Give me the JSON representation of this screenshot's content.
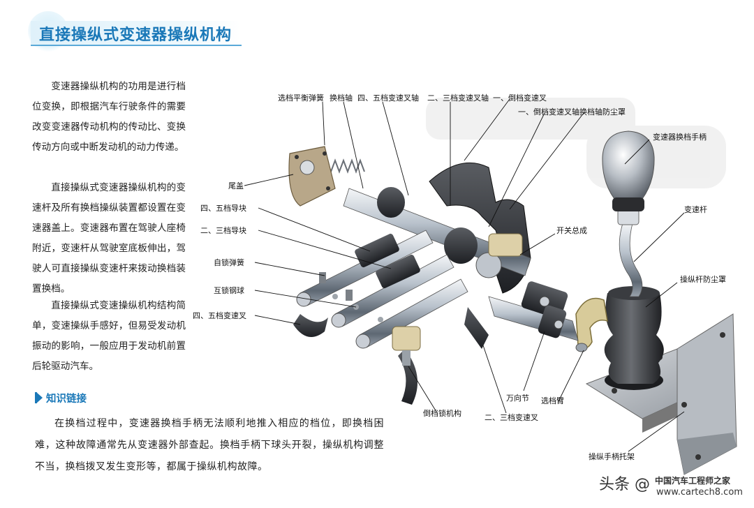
{
  "page": {
    "title": "直接操纵式变速器操纵机构"
  },
  "paragraphs": [
    "变速器操纵机构的功用是进行档位变换，即根据汽车行驶条件的需要改变变速器传动机构的传动比、变换传动方向或中断发动机的动力传递。",
    "直接操纵式变速器操纵机构的变速杆及所有换档操纵装置都设置在变速器盖上。变速器布置在驾驶人座椅附近，变速杆从驾驶室底板伸出，驾驶人可直接操纵变速杆来拨动换档装置换档。",
    "直接操纵式变速操纵机构结构简单，变速操纵手感好，但易受发动机振动的影响，一般应用于发动机前置后轮驱动汽车。"
  ],
  "knowledge": {
    "title": "知识链接",
    "text": "在换档过程中，变速器换档手柄无法顺利地推入相应的档位，即换档困难，这种故障通常先从变速器外部查起。换档手柄下球头开裂，操纵机构调整不当，换档拨叉发生变形等，都属于操纵机构故障。"
  },
  "labels": {
    "l1": "选档平衡弹簧",
    "l2": "换档轴",
    "l3": "四、五档变速叉轴",
    "l4": "二、三档变速叉轴",
    "l5": "一、倒档变速叉",
    "l6": "一、倒档变速叉轴",
    "l7": "换档轴防尘罩",
    "l8": "变速器换档手柄",
    "l9": "尾盖",
    "l10": "四、五档导块",
    "l11": "二、三档导块",
    "l12": "变速杆",
    "l13": "开关总成",
    "l14": "自锁弹簧",
    "l15": "操纵杆防尘罩",
    "l16": "互锁钢球",
    "l17": "四、五档变速叉",
    "l18": "万向节",
    "l19": "选档臂",
    "l20": "倒档锁机构",
    "l21": "二、三档变速叉",
    "l22": "操纵手柄托架"
  },
  "watermark": {
    "brand": "头条",
    "at": "@",
    "name": "中国汽车工程师之家",
    "site": "www.cartech8.com"
  },
  "colors": {
    "accent": "#1a78b8",
    "title_bg": "#dff1fa"
  }
}
